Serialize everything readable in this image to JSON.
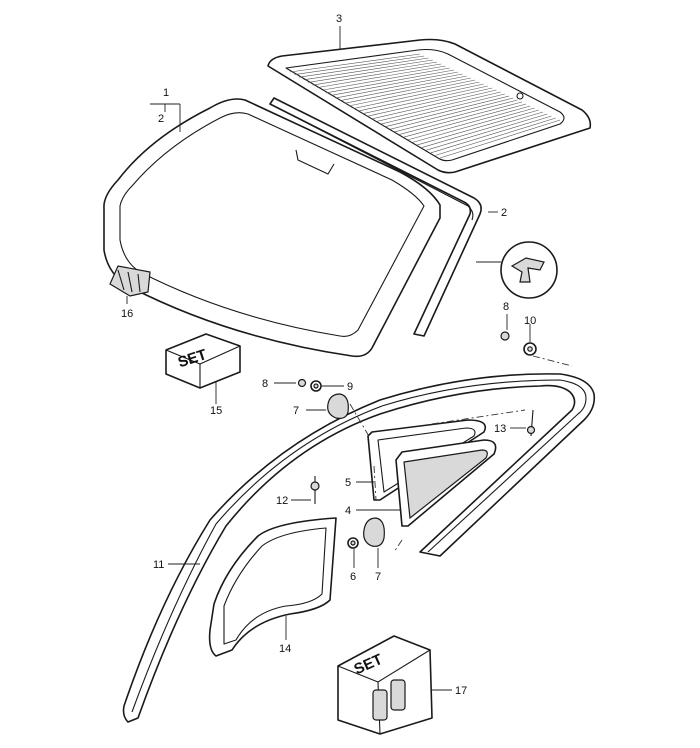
{
  "callouts": {
    "n1": "1",
    "n2a": "2",
    "n2b": "2",
    "n3": "3",
    "n4": "4",
    "n5": "5",
    "n6": "6",
    "n7a": "7",
    "n7b": "7",
    "n8a": "8",
    "n8b": "8",
    "n9": "9",
    "n10": "10",
    "n11": "11",
    "n12": "12",
    "n13": "13",
    "n14": "14",
    "n15": "15",
    "n16": "16",
    "n17": "17"
  },
  "kits": {
    "set_a": "SET",
    "set_b": "SET"
  },
  "colors": {
    "line": "#1a1a1a",
    "fill": "#ffffff",
    "shade": "#d9d9d9"
  }
}
